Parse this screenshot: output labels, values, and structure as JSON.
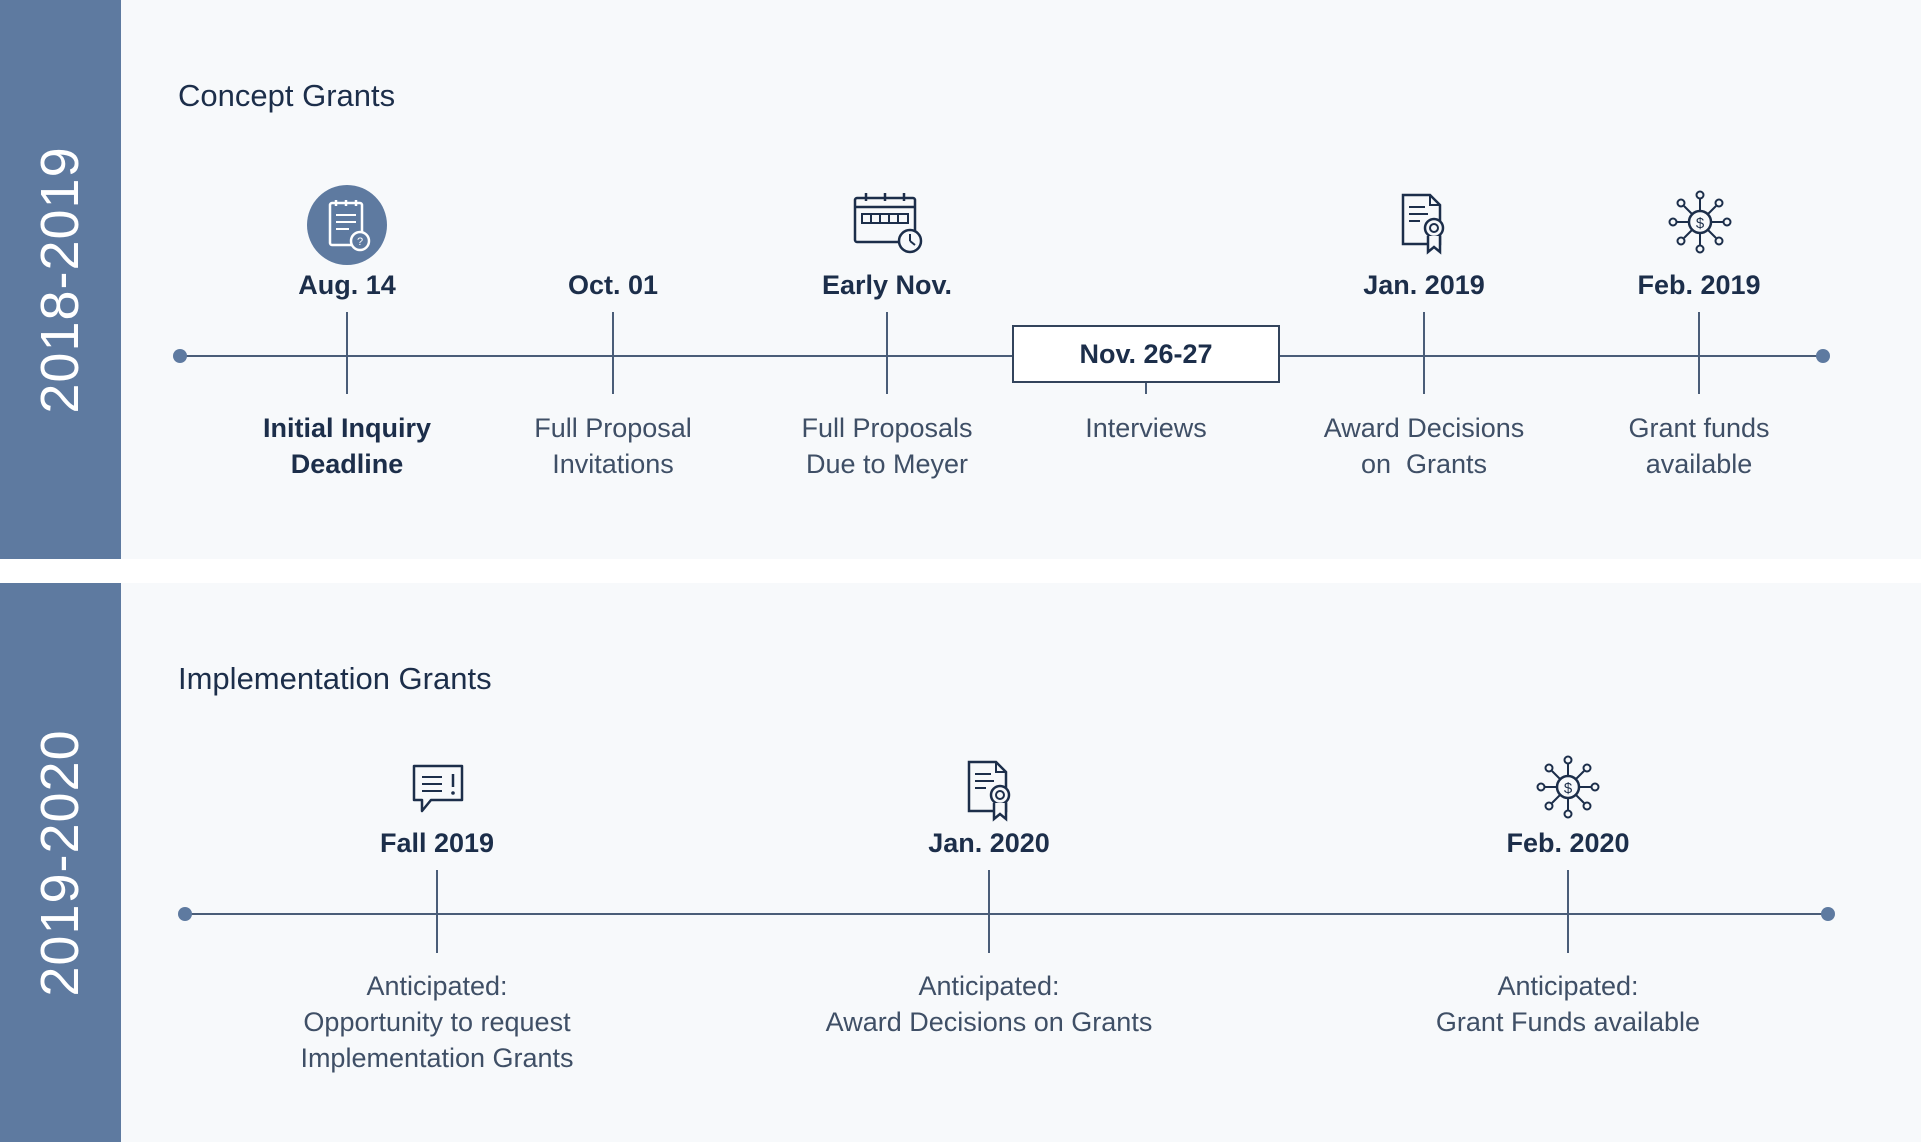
{
  "sections": [
    {
      "year": "2018-2019",
      "title": "Concept Grants",
      "milestones": [
        {
          "date": "Aug. 14",
          "description": "Initial Inquiry\nDeadline",
          "icon": "clipboard-clock-icon"
        },
        {
          "date": "Oct. 01",
          "description": "Full Proposal\nInvitations",
          "icon": ""
        },
        {
          "date": "Early Nov.",
          "description": "Full Proposals\nDue to Meyer",
          "icon": "calendar-clock-icon"
        },
        {
          "date": "Nov. 26-27",
          "description": "Interviews",
          "icon": ""
        },
        {
          "date": "Jan. 2019",
          "description": "Award Decisions\non  Grants",
          "icon": "certificate-award-icon"
        },
        {
          "date": "Feb. 2019",
          "description": "Grant funds\navailable",
          "icon": "funds-network-icon"
        }
      ]
    },
    {
      "year": "2019-2020",
      "title": "Implementation Grants",
      "milestones": [
        {
          "date": "Fall 2019",
          "description": "Anticipated:\nOpportunity to request\nImplementation Grants",
          "icon": "speech-bubble-alert-icon"
        },
        {
          "date": "Jan. 2020",
          "description": "Anticipated:\nAward Decisions on Grants",
          "icon": "certificate-award-icon"
        },
        {
          "date": "Feb. 2020",
          "description": "Anticipated:\nGrant Funds available",
          "icon": "funds-network-icon"
        }
      ]
    }
  ],
  "colors": {
    "year_bar": "#5e7aa0",
    "panel_bg": "#f7f9fb",
    "navy": "#1c2e4a",
    "line": "#4a5d78",
    "muted_text": "#3f4f66"
  }
}
